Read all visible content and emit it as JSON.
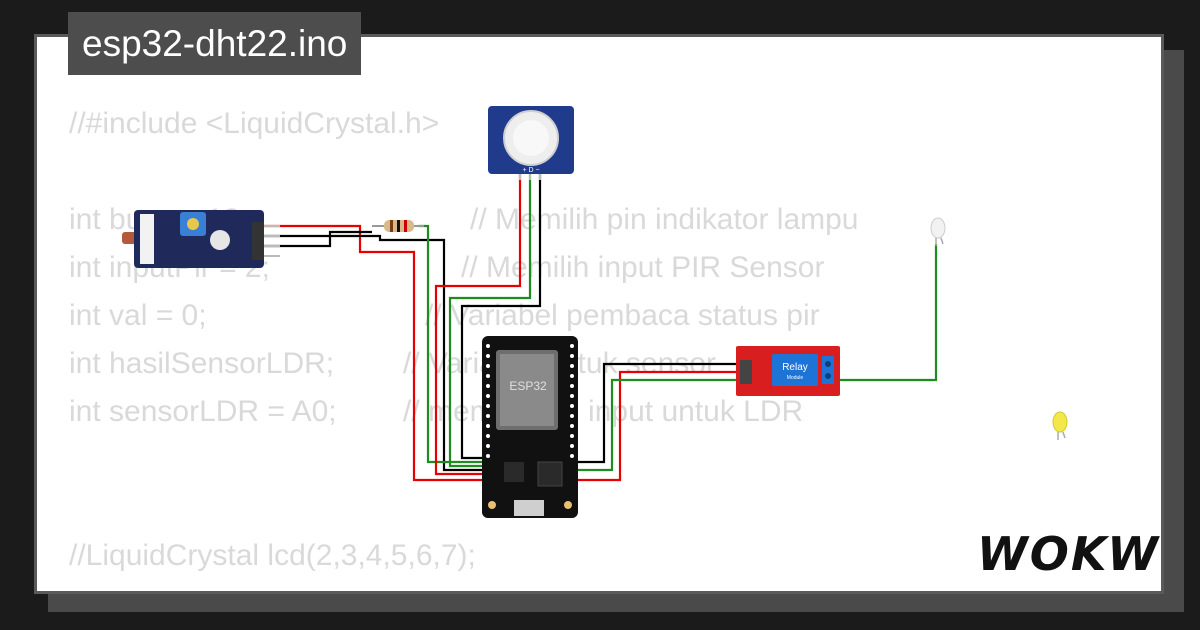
{
  "window": {
    "title": "esp32-dht22.ino"
  },
  "code": {
    "lines": [
      "//#include <LiquidCrystal.h>",
      "",
      "int buzz = 13;",
      "int inputPir = 2;",
      "int val = 0;",
      "int hasilSensorLDR;",
      "int sensorLDR = A0;",
      "",
      "",
      "//LiquidCrystal lcd(2,3,4,5,6,7);"
    ],
    "comments": [
      "// Memilih pin indikator lampu",
      "// Memilih input PIR Sensor",
      "// Variabel pembaca status pir",
      "// Variabel untuk sensor",
      "// memilih pin input untuk LDR"
    ]
  },
  "components": {
    "esp32_label": "ESP32",
    "relay_label": "Relay",
    "relay_sublabel": "Module",
    "pir_pins": "+ D −"
  },
  "branding": {
    "logo": "WOKWi"
  },
  "colors": {
    "background": "#1b1b1b",
    "card": "#ffffff",
    "code_text": "#d9d9d9",
    "wire_red": "#e60000",
    "wire_green": "#1e8c1e",
    "wire_black": "#000000",
    "pir_blue": "#203a8c",
    "relay_red": "#d81e1e"
  }
}
